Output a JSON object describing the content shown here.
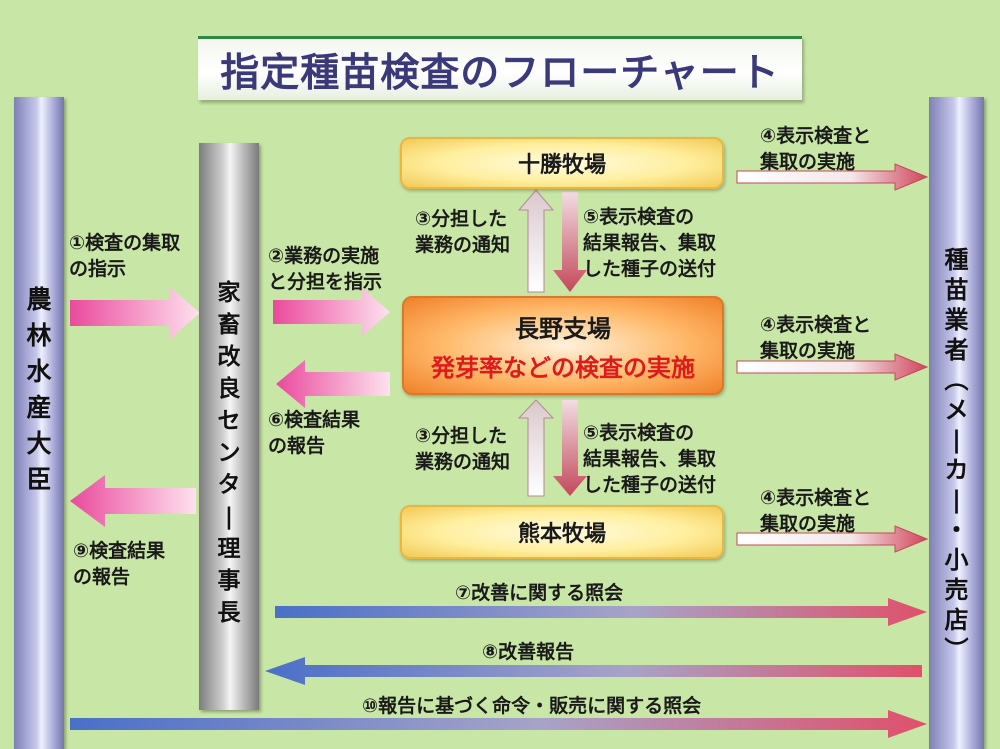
{
  "title": "指定種苗検査のフローチャート",
  "pillars": {
    "minister": "農林水産大臣",
    "center": "家畜改良センター理事長",
    "seller": "種苗業者（メーカー・小売店）"
  },
  "stations": {
    "tokachi": "十勝牧場",
    "nagano": "長野支場",
    "nagano_sub": "発芽率などの検査の実施",
    "kumamoto": "熊本牧場"
  },
  "labels": {
    "l1": [
      "①検査の集取",
      "の指示"
    ],
    "l2": [
      "②業務の実施",
      "と分担を指示"
    ],
    "l3a": [
      "③分担した",
      "業務の通知"
    ],
    "l3b": [
      "③分担した",
      "業務の通知"
    ],
    "l5a": [
      "⑤表示検査の",
      "結果報告、集取",
      "した種子の送付"
    ],
    "l5b": [
      "⑤表示検査の",
      "結果報告、集取",
      "した種子の送付"
    ],
    "l4a": [
      "④表示検査と",
      "集取の実施"
    ],
    "l4b": [
      "④表示検査と",
      "集取の実施"
    ],
    "l4c": [
      "④表示検査と",
      "集取の実施"
    ],
    "l6": [
      "⑥検査結果",
      "の報告"
    ],
    "l9": [
      "⑨検査結果",
      "の報告"
    ],
    "l7": "⑦改善に関する照会",
    "l8": "⑧改善報告",
    "l10": "⑩報告に基づく命令・販売に関する照会"
  },
  "colors": {
    "pink": "#ee4aa0",
    "blue": "#4a6fc8",
    "red_text": "#e01a1a"
  }
}
